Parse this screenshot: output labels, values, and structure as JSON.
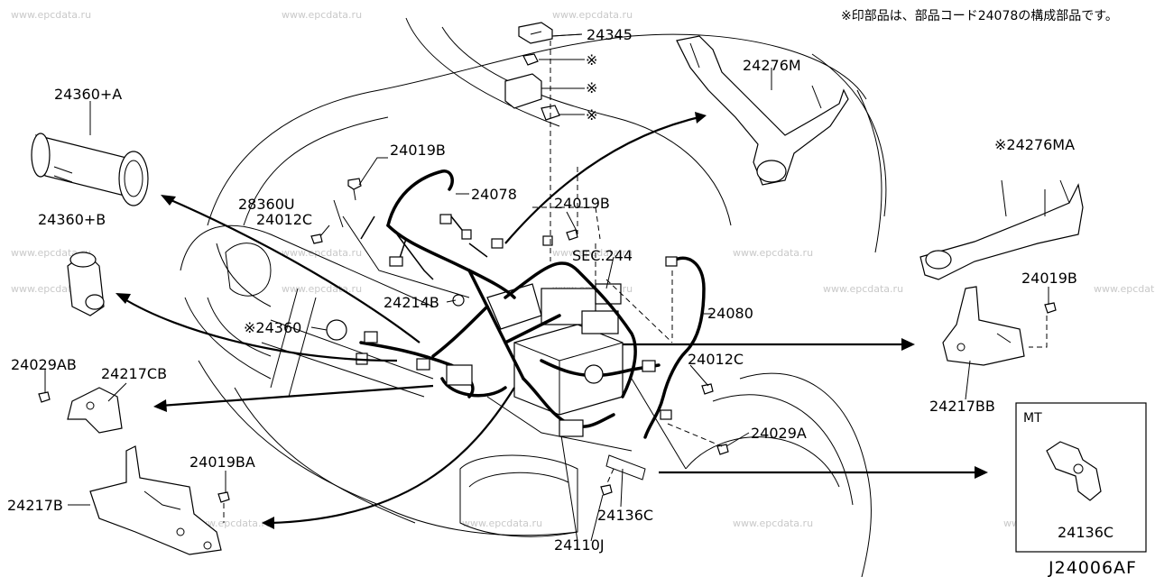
{
  "diagram_code": "J24006AF",
  "note": "※印部品は、部品コード24078の構成部品です。",
  "inset_label": "MT",
  "watermark": "www.epcdata.ru",
  "parts": {
    "p24345": "24345",
    "p24276M": "24276M",
    "p24360A": "24360+A",
    "p24360B": "24360+B",
    "p24019B_a": "24019B",
    "p28360U": "28360U",
    "p24078": "24078",
    "p24012C_a": "24012C",
    "p24019B_b": "24019B",
    "pSEC244": "SEC.244",
    "p24214B": "24214B",
    "p24360": "※24360",
    "p24080": "24080",
    "p24276MA": "※24276MA",
    "p24019B_c": "24019B",
    "p24029AB": "24029AB",
    "p24217CB": "24217CB",
    "p24012C_b": "24012C",
    "p24217BB": "24217BB",
    "p24029A": "24029A",
    "p24019BA": "24019BA",
    "p24217B": "24217B",
    "p24136C": "24136C",
    "p24110J": "24110J",
    "p24136C_mt": "24136C"
  },
  "marks": {
    "m1": "※",
    "m2": "※",
    "m3": "※"
  }
}
